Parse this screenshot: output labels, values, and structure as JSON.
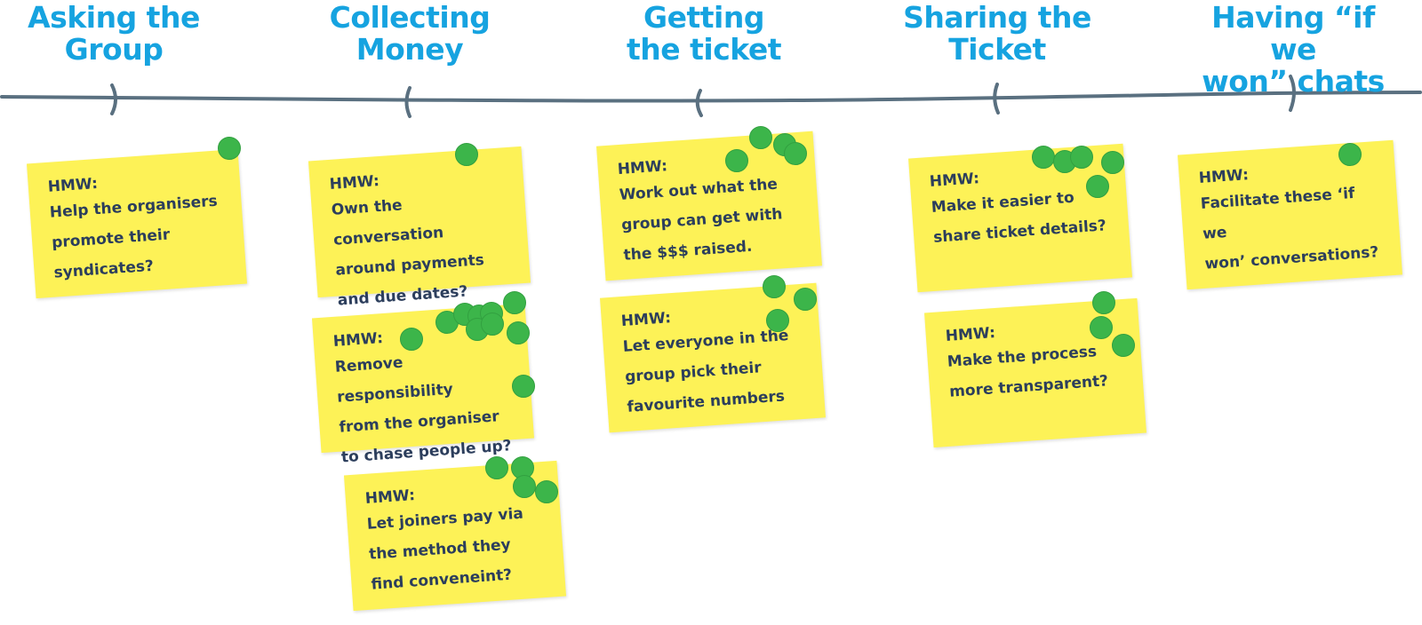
{
  "stages": [
    {
      "title": "Asking the\nGroup"
    },
    {
      "title": "Collecting\nMoney"
    },
    {
      "title": "Getting\nthe ticket"
    },
    {
      "title": "Sharing the\nTicket"
    },
    {
      "title": "Having “if we\nwon” chats"
    }
  ],
  "notes": [
    {
      "label": "HMW:",
      "text": "Help the organisers\npromote their\nsyndicates?",
      "votes": 1
    },
    {
      "label": "HMW:",
      "text": "Own the conversation\naround payments\nand due dates?",
      "votes": 1
    },
    {
      "label": "HMW:",
      "text": "Remove responsibility\nfrom the organiser\nto chase people up?",
      "votes": 10
    },
    {
      "label": "HMW:",
      "text": "Let joiners pay via\nthe method they\nfind conveneint?",
      "votes": 4
    },
    {
      "label": "HMW:",
      "text": "Work out what the\ngroup can get with\nthe $$$ raised.",
      "votes": 4
    },
    {
      "label": "HMW:",
      "text": "Let everyone in the\ngroup pick their\nfavourite numbers",
      "votes": 3
    },
    {
      "label": "HMW:",
      "text": "Make it easier to\nshare ticket details?",
      "votes": 5
    },
    {
      "label": "HMW:",
      "text": "Make the process\nmore transparent?",
      "votes": 3
    },
    {
      "label": "HMW:",
      "text": "Facilitate these ‘if we\nwon’ conversations?",
      "votes": 1
    }
  ],
  "colors": {
    "title": "#16a3e0",
    "timeline": "#5a7080",
    "note": "#fdf257",
    "note_text": "#2c3e5c",
    "vote_dot": "#3cb54a"
  }
}
